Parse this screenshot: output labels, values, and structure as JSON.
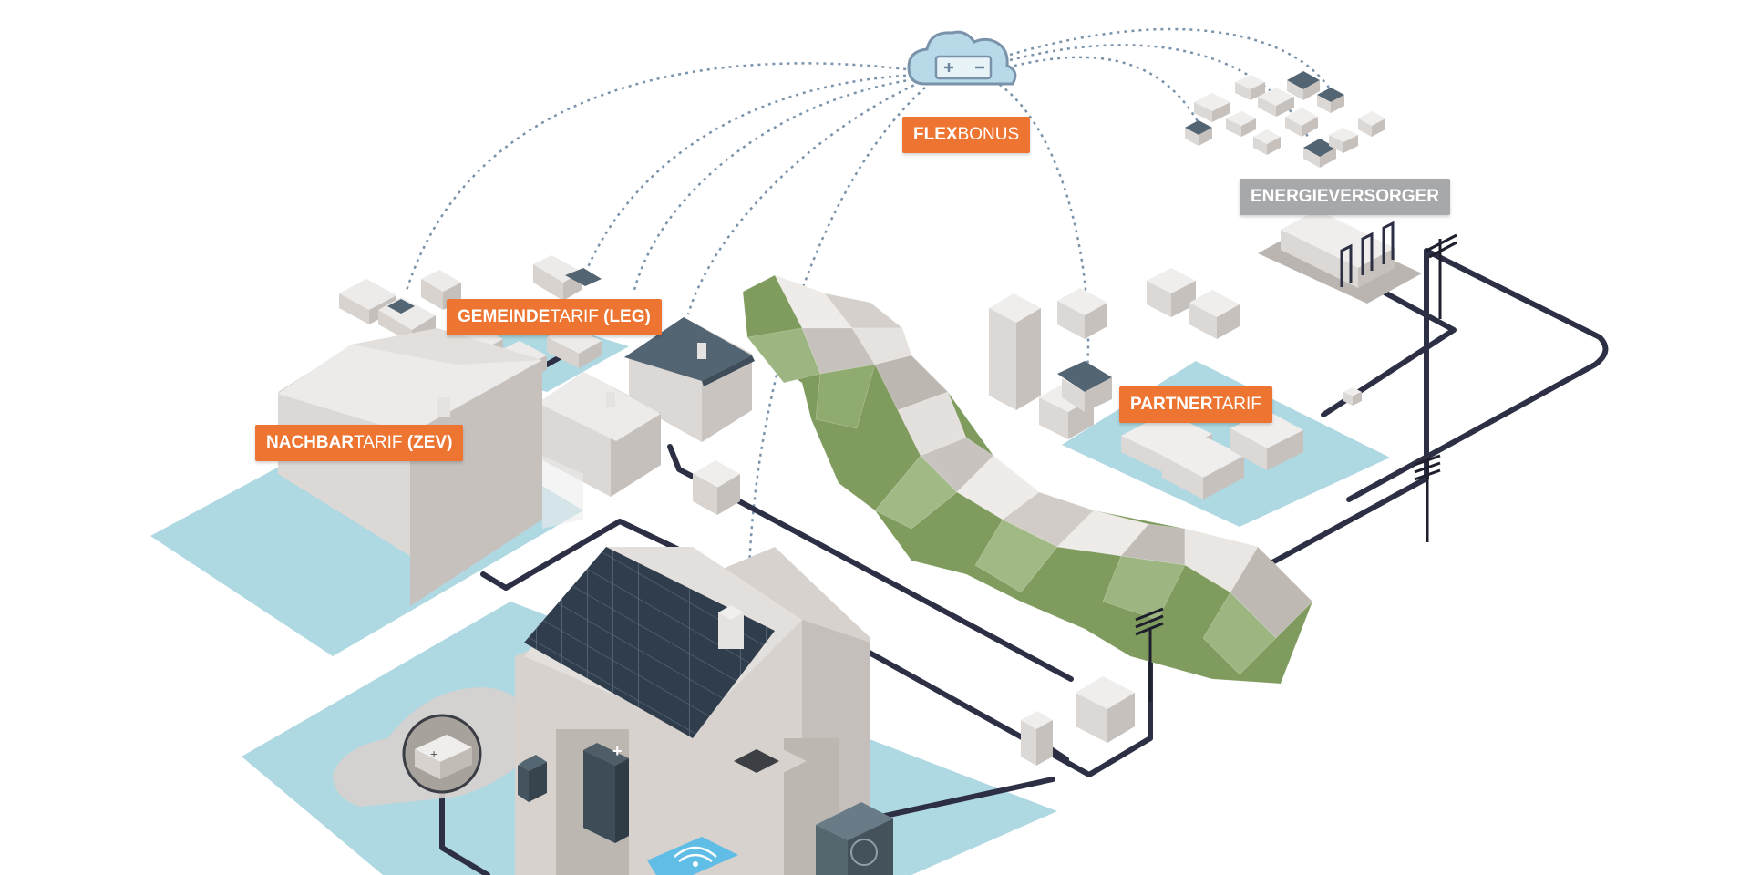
{
  "labels": {
    "flexbonus": {
      "bold": "FLEX",
      "normal": "BONUS"
    },
    "gemeindetarif": {
      "bold": "GEMEINDE",
      "normal": "TARIF",
      "suffix": " (LEG)"
    },
    "nachbartarif": {
      "bold": "NACHBAR",
      "normal": "TARIF",
      "suffix": " (ZEV)"
    },
    "partnertarif": {
      "bold": "PARTNER",
      "normal": "TARIF"
    },
    "energieversorger": "ENERGIEVERSORGER"
  },
  "icons": {
    "cloud": "cloud-battery-icon",
    "car_battery": "car-battery-icon",
    "home_battery": "home-battery-icon",
    "wifi": "wifi-icon",
    "heat_pump": "heat-pump-icon"
  },
  "colors": {
    "orange": "#ed7531",
    "grey_label": "#a7a8aa",
    "grid_line": "#2d2f45",
    "dotted_line": "#7a93ab",
    "parcel": "#aed8e2",
    "building": "#dcd8d5",
    "roof_dark": "#536472",
    "solar": "#2f3d4c",
    "mountain_green": "#7f9b5d"
  }
}
